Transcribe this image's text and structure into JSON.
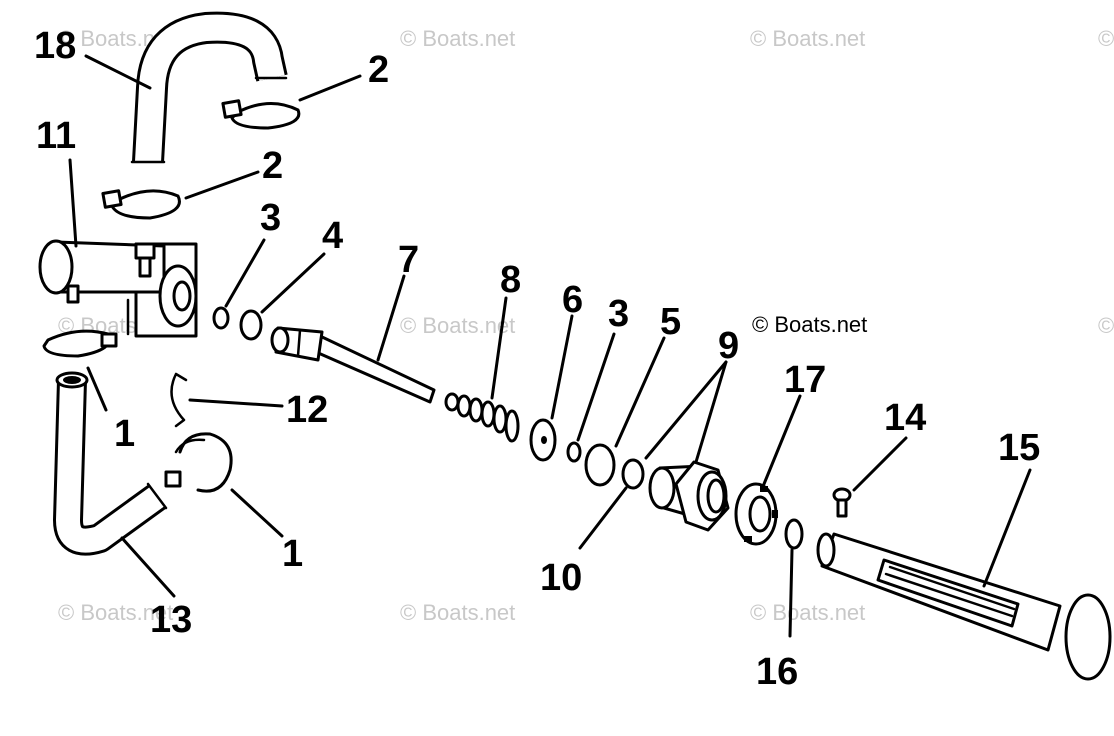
{
  "diagram": {
    "watermark": "© Boats.net",
    "copyright": "© Boats.net",
    "labels": {
      "l18": "18",
      "l2a": "2",
      "l11": "11",
      "l2b": "2",
      "l3a": "3",
      "l4": "4",
      "l7": "7",
      "l8": "8",
      "l6": "6",
      "l3b": "3",
      "l5": "5",
      "l9": "9",
      "l17": "17",
      "l14": "14",
      "l15": "15",
      "l12": "12",
      "l1a": "1",
      "l1b": "1",
      "l13": "13",
      "l10": "10",
      "l16": "16"
    }
  }
}
